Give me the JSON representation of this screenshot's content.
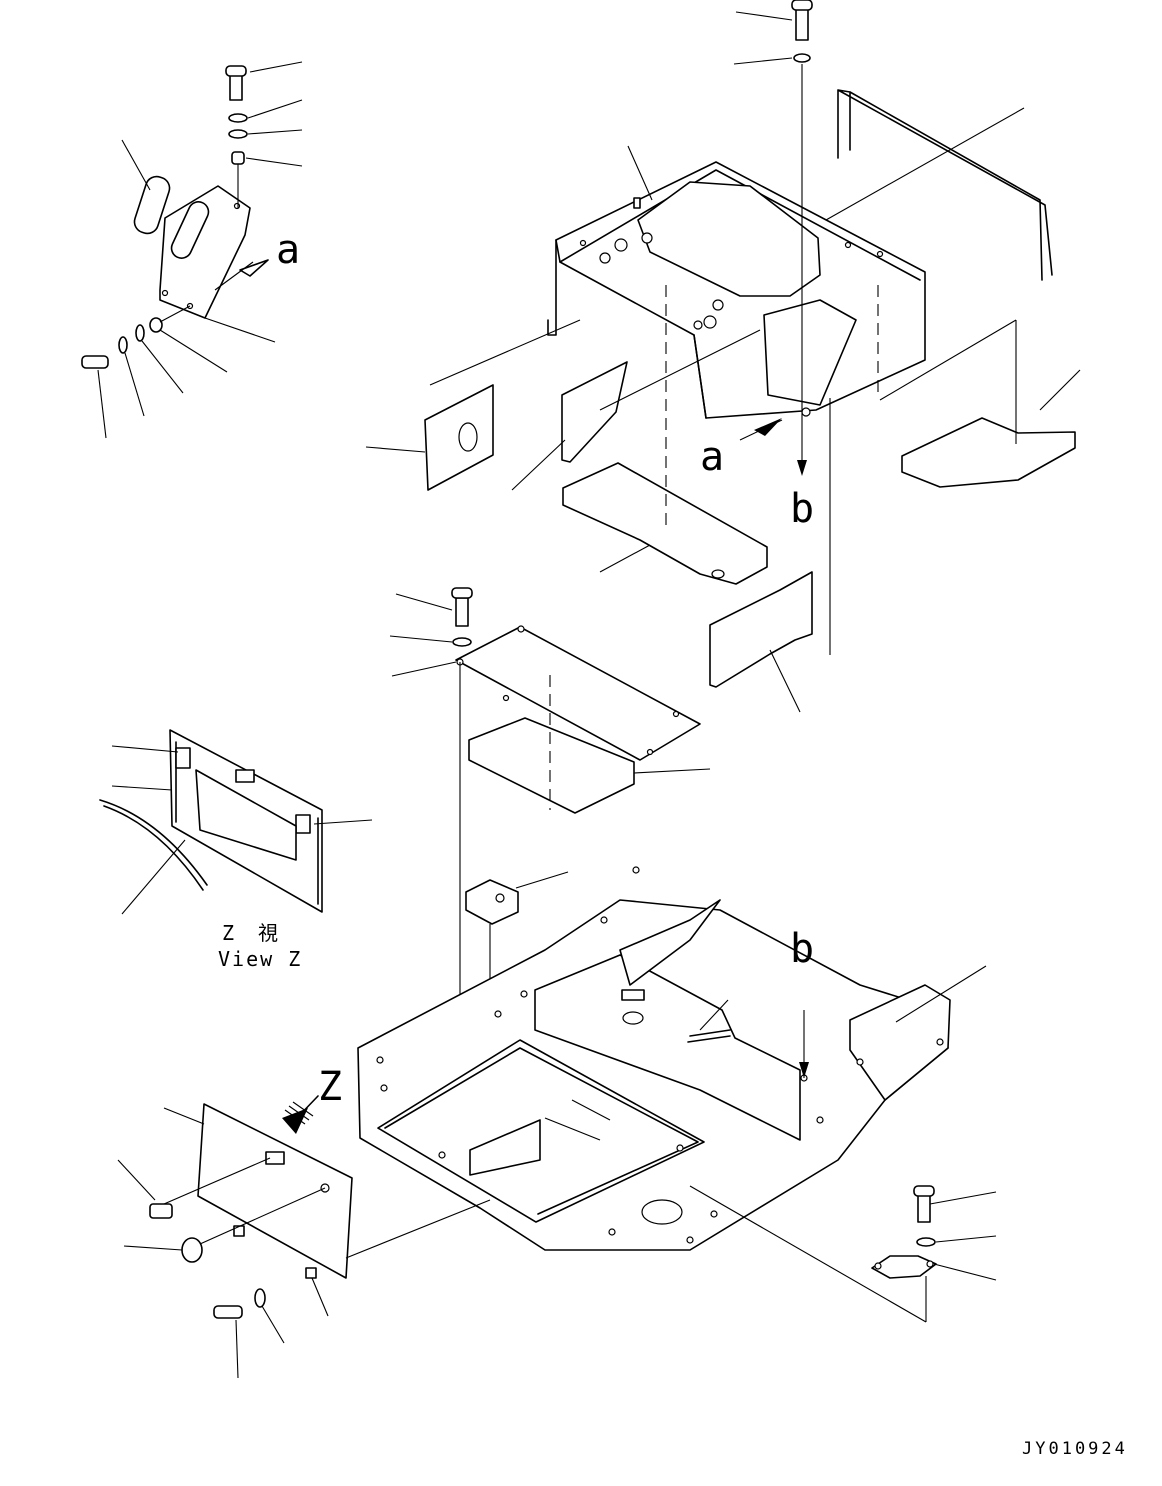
{
  "labels": {
    "a_top": "a",
    "a_mid": "a",
    "b_mid": "b",
    "b_lower": "b",
    "z_arrow": "Z",
    "view_kanji": "Z　視",
    "view_en": "View Z"
  },
  "drawing_code": "JY010924"
}
